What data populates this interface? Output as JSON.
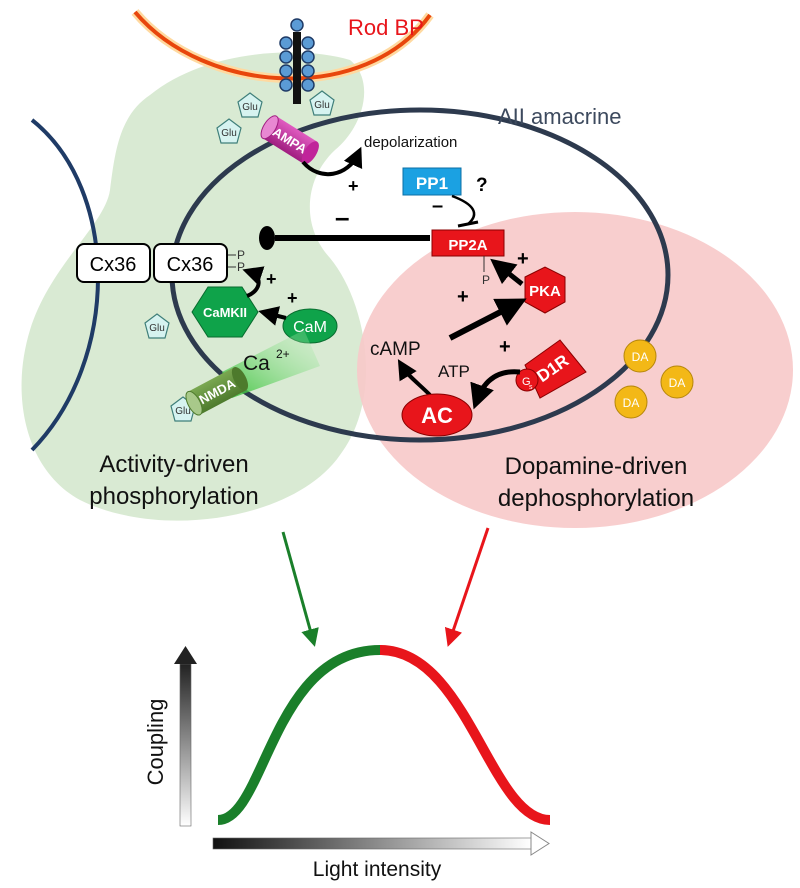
{
  "labels": {
    "rod_bp": "Rod BP",
    "aii_amacrine": "AII amacrine",
    "depolarization": "depolarization",
    "activity_line1": "Activity-driven",
    "activity_line2": "phosphorylation",
    "dopamine_line1": "Dopamine-driven",
    "dopamine_line2": "dephosphorylation",
    "coupling": "Coupling",
    "light_intensity": "Light intensity"
  },
  "proteins": {
    "cx36": "Cx36",
    "ampa": "AMPA",
    "pp1": "PP1",
    "pp2a": "PP2A",
    "pka": "PKA",
    "camkii": "CaMKII",
    "cam": "CaM",
    "nmda": "NMDA",
    "d1r": "D1R",
    "ac": "AC",
    "gs_main": "G",
    "gs_sub": "s",
    "camp": "cAMP",
    "atp": "ATP",
    "ca": "Ca",
    "ca_charge": "2+",
    "glu": "Glu",
    "da": "DA",
    "p": "P"
  },
  "signs": {
    "plus": "+",
    "minus": "–",
    "question": "?"
  },
  "colors": {
    "green_region": "#d9ead3",
    "red_region": "#f7c9c9",
    "cell_outline": "#2d3a4e",
    "rod_bp": "#e8460c",
    "red": "#e8151b",
    "green": "#1a7f2a",
    "pp1_blue": "#1ba1e2",
    "ampa_magenta": "#c0249a",
    "da_yellow": "#f3b817"
  }
}
